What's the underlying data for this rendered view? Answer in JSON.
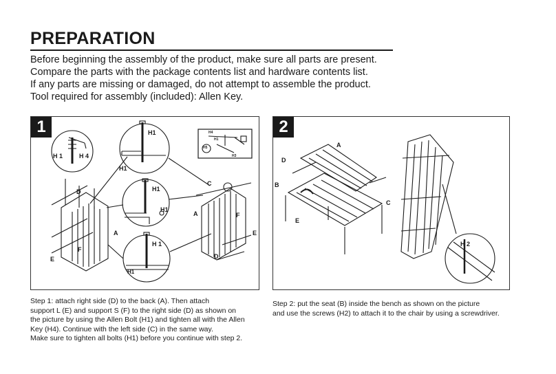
{
  "heading": "PREPARATION",
  "intro_lines": [
    "Before beginning the assembly of the product, make sure all parts are present.",
    "Compare the parts with the package contents list and hardware contents list.",
    "If any parts are missing or damaged, do not attempt to assemble the product.",
    "Tool required for assembly (included): Allen Key."
  ],
  "step1": {
    "number": "1",
    "labels": {
      "h1": "H 1",
      "h4": "H 4",
      "h1a": "H1",
      "h1b": "H1",
      "h1c": "H1",
      "h1d": "H1",
      "h1s": "H1",
      "h4s": "H4",
      "h5s": "H5",
      "h3s": "H3",
      "a": "A",
      "b": "A",
      "c": "C",
      "d": "D",
      "d2": "D",
      "e": "E",
      "e2": "E",
      "f": "F",
      "f2": "F"
    },
    "caption_lines": [
      "Step 1: attach right side (D) to the back (A). Then attach",
      "support L (E) and support S (F) to the right side (D) as shown on",
      "the picture by using the Allen Bolt (H1) and tighten all with the Allen",
      "Key (H4). Continue with the left side (C) in the same way.",
      "Make sure to tighten all bolts (H1) before you continue with step 2."
    ]
  },
  "step2": {
    "number": "2",
    "labels": {
      "a": "A",
      "b": "B",
      "c": "C",
      "d": "D",
      "e": "E",
      "h2": "H 2"
    },
    "caption_lines": [
      "Step 2: put the seat (B) inside the bench as shown on the picture",
      "and use the screws (H2) to attach it to the chair by using a screwdriver."
    ]
  }
}
